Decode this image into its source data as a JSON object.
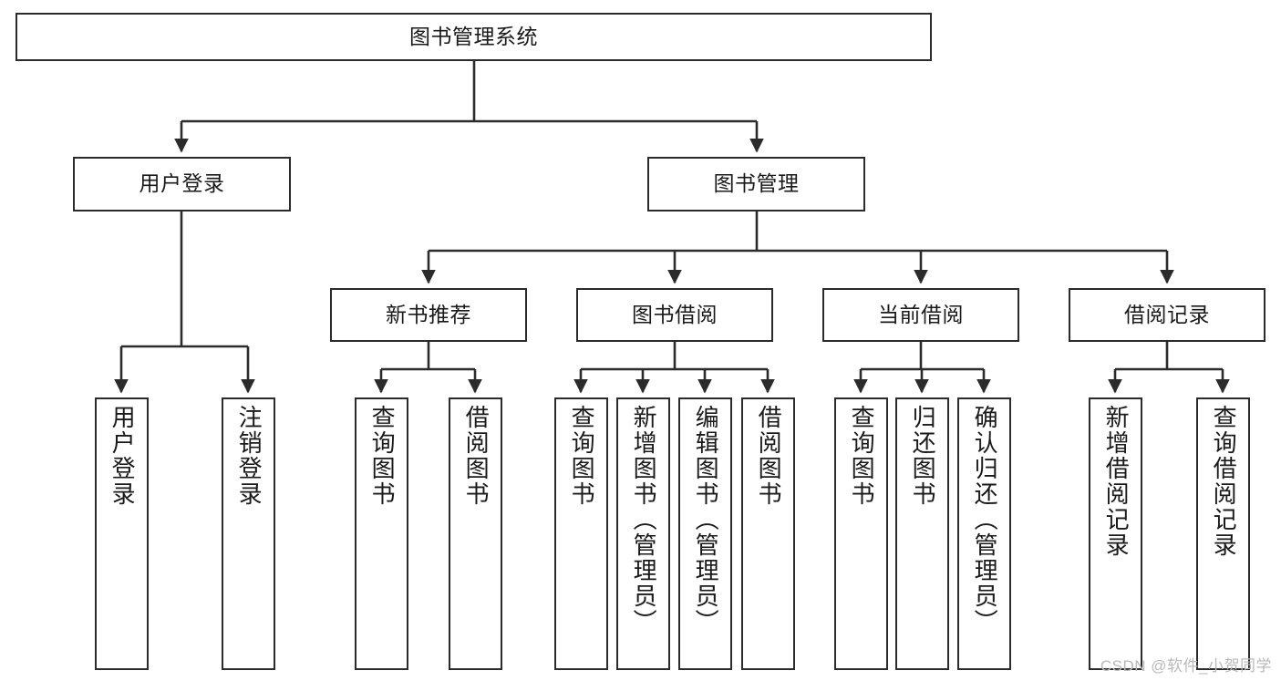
{
  "diagram": {
    "title": "图书管理系统",
    "type": "tree-hierarchy-chart",
    "colors": {
      "box_border": "#2b2b2b",
      "box_fill": "#ffffff",
      "connector": "#2b2b2b",
      "text": "#1a1a1a",
      "watermark": "#b9b9b9"
    },
    "watermark": "CSDN @软件_小贺同学",
    "nodes": {
      "root": {
        "label": "图书管理系统"
      },
      "level2": [
        {
          "id": "user-login",
          "label": "用户登录"
        },
        {
          "id": "book-management",
          "label": "图书管理"
        }
      ],
      "level3": [
        {
          "id": "new-book-recommend",
          "label": "新书推荐"
        },
        {
          "id": "book-borrow",
          "label": "图书借阅"
        },
        {
          "id": "current-borrow",
          "label": "当前借阅"
        },
        {
          "id": "borrow-record",
          "label": "借阅记录"
        }
      ],
      "leaves": {
        "user_login": [
          {
            "id": "leaf-user-login",
            "label": "用户登录"
          },
          {
            "id": "leaf-logout-login",
            "label": "注销登录"
          }
        ],
        "new_book_recommend": [
          {
            "id": "leaf-query-book-1",
            "label": "查询图书"
          },
          {
            "id": "leaf-borrow-book-1",
            "label": "借阅图书"
          }
        ],
        "book_borrow": [
          {
            "id": "leaf-query-book-2",
            "label": "查询图书"
          },
          {
            "id": "leaf-add-book",
            "label": "新增图书（管理员）"
          },
          {
            "id": "leaf-edit-book",
            "label": "编辑图书（管理员）"
          },
          {
            "id": "leaf-borrow-book-2",
            "label": "借阅图书"
          }
        ],
        "current_borrow": [
          {
            "id": "leaf-query-book-3",
            "label": "查询图书"
          },
          {
            "id": "leaf-return-book",
            "label": "归还图书"
          },
          {
            "id": "leaf-confirm-return",
            "label": "确认归还（管理员）"
          }
        ],
        "borrow_record": [
          {
            "id": "leaf-add-record",
            "label": "新增借阅记录"
          },
          {
            "id": "leaf-query-record",
            "label": "查询借阅记录"
          }
        ]
      }
    }
  }
}
